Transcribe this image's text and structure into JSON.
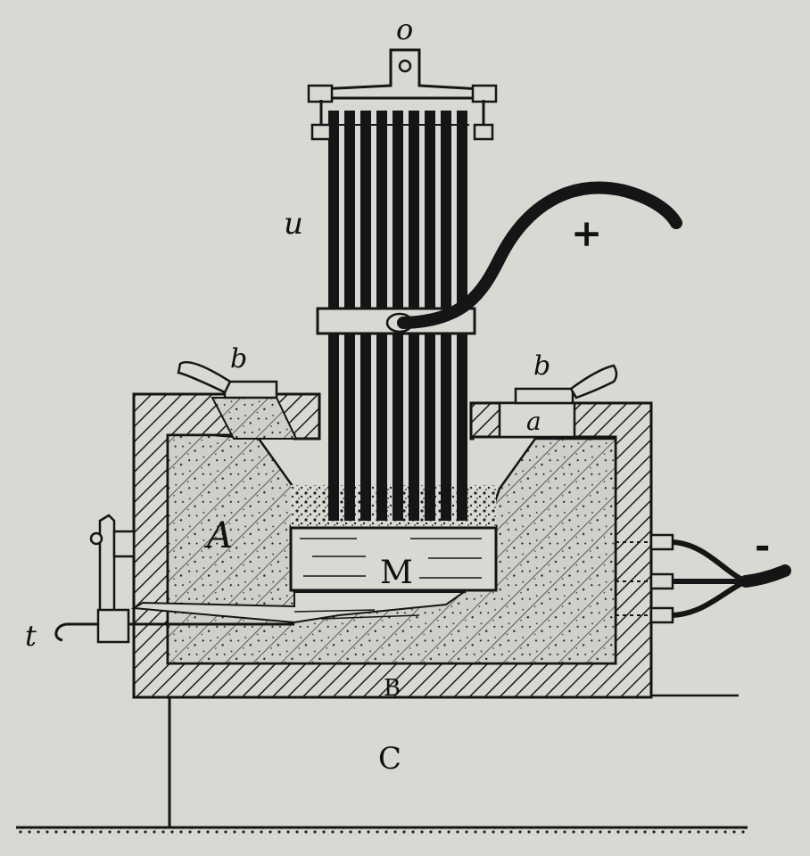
{
  "labels": {
    "hanger": "o",
    "anode_bundle": "u",
    "positive": "+",
    "clamp_left": "b",
    "clamp_right": "b",
    "cover_block": "a",
    "lining": "A",
    "molten_metal": "M",
    "negative": "-",
    "tap": "t",
    "base": "B",
    "support": "C"
  },
  "colors": {
    "paper": "#d9d8d3",
    "ink": "#151515"
  }
}
